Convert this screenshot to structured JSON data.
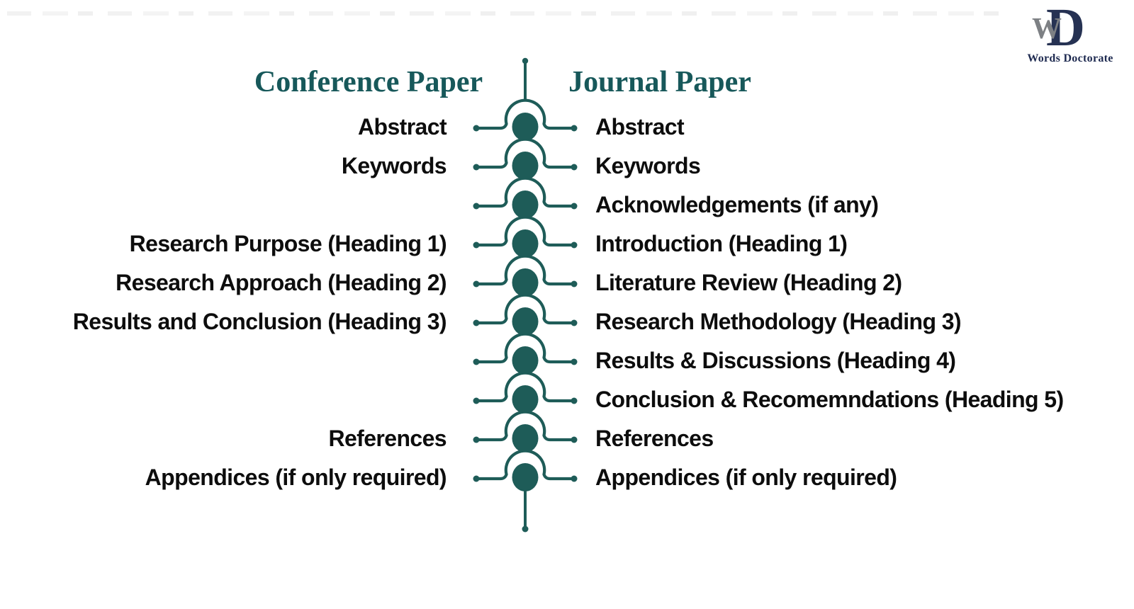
{
  "colors": {
    "teal": "#1e5c58",
    "header_teal": "#17585a",
    "label_black": "#0d0d0d",
    "logo_navy": "#263253",
    "logo_gray": "#7d8084"
  },
  "logo": {
    "monogram_w": "W",
    "monogram_d": "D",
    "caption": "Words Doctorate"
  },
  "headers": {
    "left": "Conference Paper",
    "right": "Journal Paper"
  },
  "diagram": {
    "rows": [
      {
        "left": "Abstract",
        "right": "Abstract"
      },
      {
        "left": "Keywords",
        "right": "Keywords"
      },
      {
        "left": "",
        "right": "Acknowledgements (if any)"
      },
      {
        "left": "Research Purpose (Heading 1)",
        "right": "Introduction (Heading 1)"
      },
      {
        "left": "Research Approach (Heading 2)",
        "right": "Literature Review (Heading 2)"
      },
      {
        "left": "Results and Conclusion (Heading 3)",
        "right": "Research Methodology (Heading 3)"
      },
      {
        "left": "",
        "right": "Results & Discussions (Heading 4)"
      },
      {
        "left": "",
        "right": "Conclusion & Recomemndations (Heading 5)"
      },
      {
        "left": "References",
        "right": "References"
      },
      {
        "left": "Appendices (if only required)",
        "right": "Appendices (if only required)"
      }
    ]
  }
}
